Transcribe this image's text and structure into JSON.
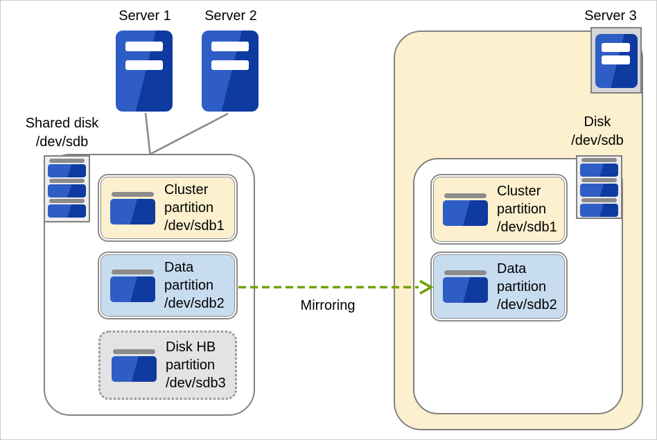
{
  "colors": {
    "blue_light": "#2E5EC5",
    "blue_dark": "#0F3AA0",
    "cream": "#FCF0CF",
    "light_blue": "#C8DCF0",
    "hb_gray": "#E3E3E3",
    "hb_border": "#999999",
    "border_gray": "#808080",
    "box_border": "#8A8A8A",
    "icon_gray": "#8C8C8C",
    "icon_box_gray": "#D6D6D6",
    "disk_fill": "#EDEDED",
    "arrow_green": "#6FA200",
    "line_gray": "#8A8A8A",
    "canvas_border": "#C9CBCE"
  },
  "icons": {
    "server": "css-server-tower",
    "disk": "css-stacked-disk",
    "partition": "css-partition-drive"
  },
  "labels": {
    "server1": "Server 1",
    "server2": "Server 2",
    "server3": "Server 3",
    "shared_disk": {
      "line1": "Shared disk",
      "line2": "/dev/sdb"
    },
    "disk": {
      "line1": "Disk",
      "line2": "/dev/sdb"
    },
    "mirroring": "Mirroring"
  },
  "partitions": {
    "left": [
      {
        "line1": "Cluster",
        "line2": "partition",
        "line3": "/dev/sdb1"
      },
      {
        "line1": "Data",
        "line2": "partition",
        "line3": "/dev/sdb2"
      },
      {
        "line1": "Disk HB",
        "line2": "partition",
        "line3": "/dev/sdb3"
      }
    ],
    "right": [
      {
        "line1": "Cluster",
        "line2": "partition",
        "line3": "/dev/sdb1"
      },
      {
        "line1": "Data",
        "line2": "partition",
        "line3": "/dev/sdb2"
      }
    ]
  }
}
